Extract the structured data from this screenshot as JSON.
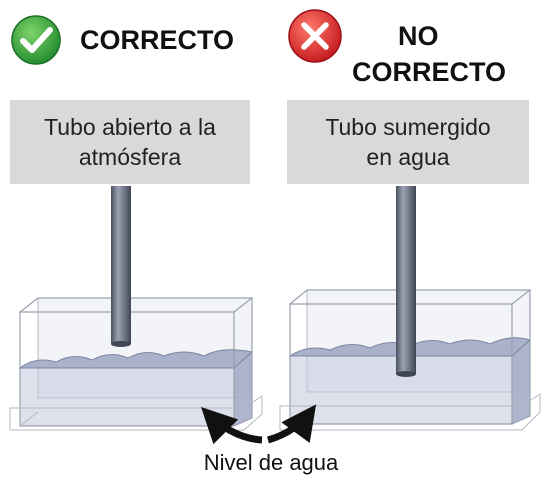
{
  "correct": {
    "label": "CORRECTO",
    "caption_line1": "Tubo abierto a la",
    "caption_line2": "atmósfera",
    "icon": "check-circle-icon",
    "icon_color": "#2e9e3a"
  },
  "incorrect": {
    "label_line1": "NO",
    "label_line2": "CORRECTO",
    "caption_line1": "Tubo sumergido",
    "caption_line2": "en agua",
    "icon": "x-circle-icon",
    "icon_color": "#d9262b"
  },
  "water_label": "Nivel de agua",
  "colors": {
    "caption_bg": "#d9d9d9",
    "tube": "#6e7685",
    "water": "#b7bfd6",
    "tank_edge": "#9aa0ad"
  }
}
